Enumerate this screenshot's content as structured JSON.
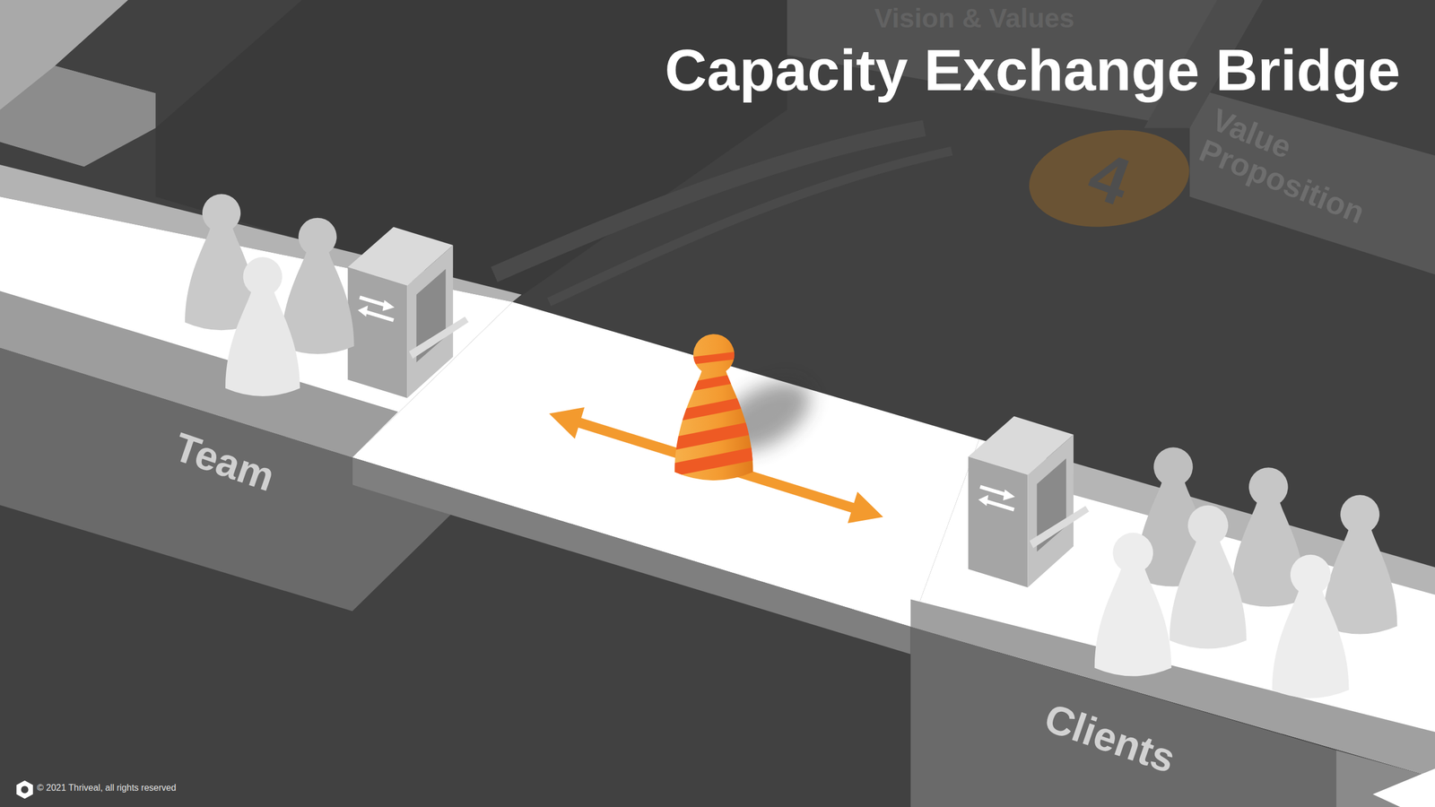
{
  "diagram": {
    "title": "Capacity Exchange Bridge",
    "labels": [
      "Team",
      "Clients",
      "Vision & Values",
      "4",
      "Value Proposition",
      "© 2021 Thriveal, all rights reserved"
    ]
  }
}
